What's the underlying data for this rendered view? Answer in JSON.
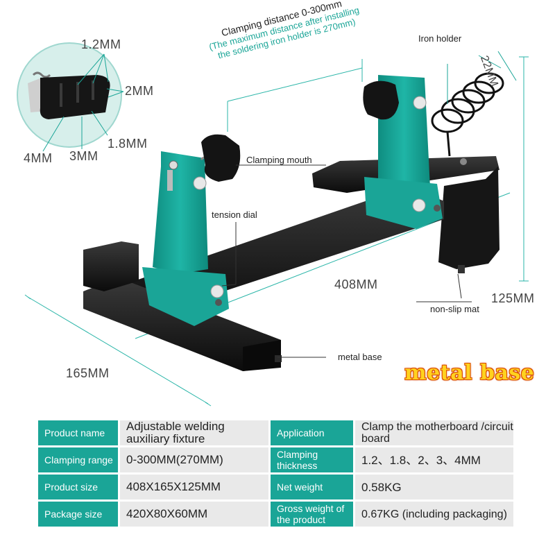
{
  "annotations": {
    "clamp_distance_line1": "Clamping distance 0-300mm",
    "clamp_distance_line2": "(The maximum distance after installing",
    "clamp_distance_line3": "the soldering iron holder is 270mm)",
    "iron_holder": "Iron holder",
    "coil_size": "22MM",
    "clamping_mouth": "Clamping mouth",
    "tension_dial": "tension dial",
    "length": "408MM",
    "height": "125MM",
    "non_slip_mat": "non-slip mat",
    "width": "165MM",
    "metal_base": "metal base",
    "badge": "metal base"
  },
  "inset": {
    "t1": "1.2MM",
    "t2": "2MM",
    "t3": "1.8MM",
    "t4": "3MM",
    "t5": "4MM"
  },
  "specs": [
    {
      "k1": "Product name",
      "v1": "Adjustable welding auxiliary fixture",
      "k2": "Application",
      "v2": "Clamp the motherboard /circuit board"
    },
    {
      "k1": "Clamping range",
      "v1": "0-300MM(270MM)",
      "k2": "Clamping thickness",
      "v2": "1.2、1.8、2、3、4MM"
    },
    {
      "k1": "Product size",
      "v1": "408X165X125MM",
      "k2": "Net weight",
      "v2": "0.58KG"
    },
    {
      "k1": "Package size",
      "v1": "420X80X60MM",
      "k2": "Gross weight of the product",
      "v2": "0.67KG (including packaging)"
    }
  ],
  "colors": {
    "accent": "#1aa597",
    "badge": "#ffd21f",
    "metal": "#151515"
  }
}
